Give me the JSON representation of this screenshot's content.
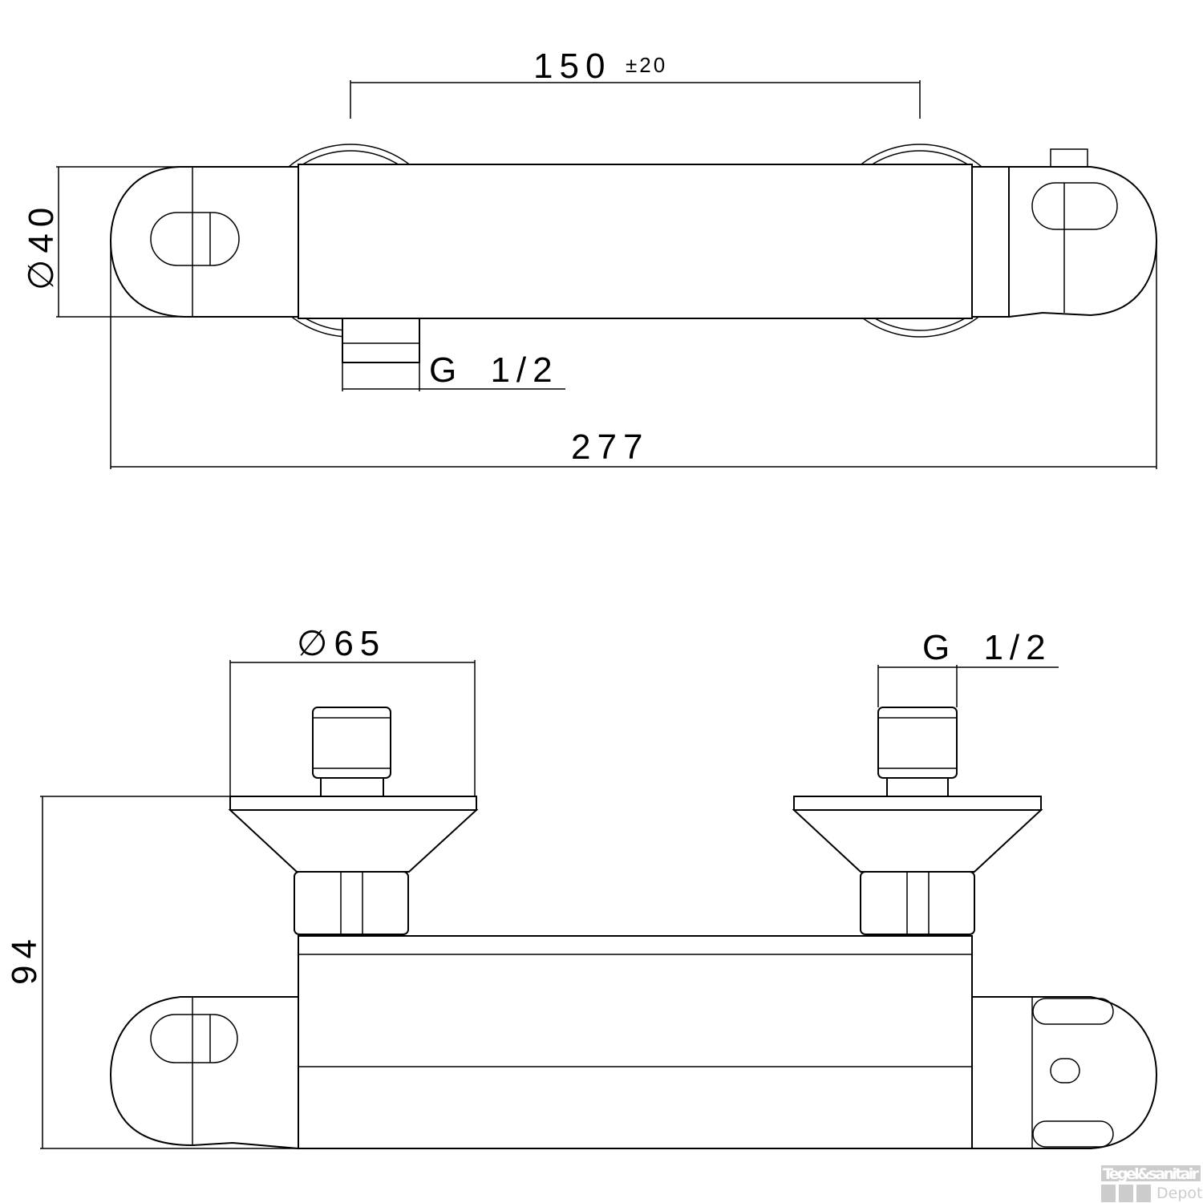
{
  "top_view": {
    "width_label": "150",
    "tolerance_label": "±20",
    "diameter_label": "∅40",
    "outlet_label": "G 1/2",
    "length_label": "277"
  },
  "bottom_view": {
    "flange_diameter_label": "∅65",
    "inlet_label": "G 1/2",
    "height_label": "94"
  },
  "watermark": {
    "line1": "Tegel&sanitair",
    "line2": "Depot"
  }
}
